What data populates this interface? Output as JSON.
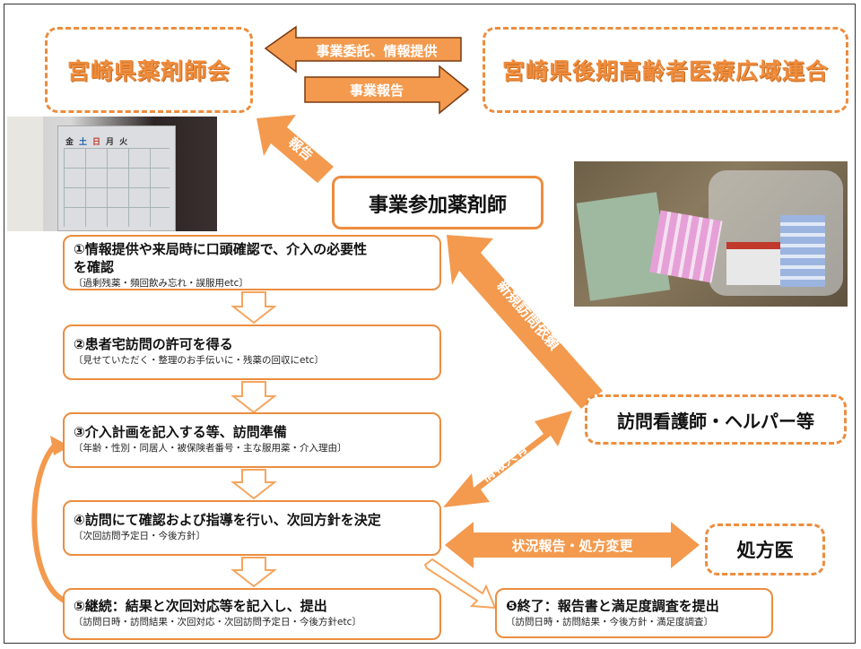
{
  "top": {
    "left_org": "宮崎県薬剤師会",
    "right_org": "宮崎県後期高齢者医療広域連合",
    "arrow_left_label": "事業委託、情報提供",
    "arrow_right_label": "事業報告",
    "report_label": "報告"
  },
  "pharmacist": "事業参加薬剤師",
  "nurse": "訪問看護師・ヘルパー等",
  "doctor": "処方医",
  "arrows": {
    "new_request": "新規訪問依頼",
    "info_share": "情報共有",
    "status_report": "状況報告・処方変更"
  },
  "calendar": {
    "days": [
      "金",
      "土",
      "日",
      "月",
      "火"
    ]
  },
  "steps": [
    {
      "title": "①情報提供や来局時に口頭確認で、介入の必要性",
      "title2": "を確認",
      "sub": "〔過剰残薬・頻回飲み忘れ・誤服用etc〕"
    },
    {
      "title": "②患者宅訪問の許可を得る",
      "sub": "〔見せていただく・整理のお手伝いに・残薬の回収にetc〕"
    },
    {
      "title": "③介入計画を記入する等、訪問準備",
      "sub": "〔年齢・性別・同居人・被保険者番号・主な服用薬・介入理由〕"
    },
    {
      "title": "④訪問にて確認および指導を行い、次回方針を決定",
      "sub": "〔次回訪問予定日・今後方針〕"
    },
    {
      "title": "⑤継続：結果と次回対応等を記入し、提出",
      "sub": "〔訪問日時・訪問結果・次回対応・次回訪問予定日・今後方針etc〕"
    }
  ],
  "end_step": {
    "title": "❺終了：報告書と満足度調査を提出",
    "sub": "〔訪問日時・訪問結果・今後方針・満足度調査〕"
  },
  "colors": {
    "accent": "#ef8c3c",
    "arrow": "#f39a4e"
  }
}
